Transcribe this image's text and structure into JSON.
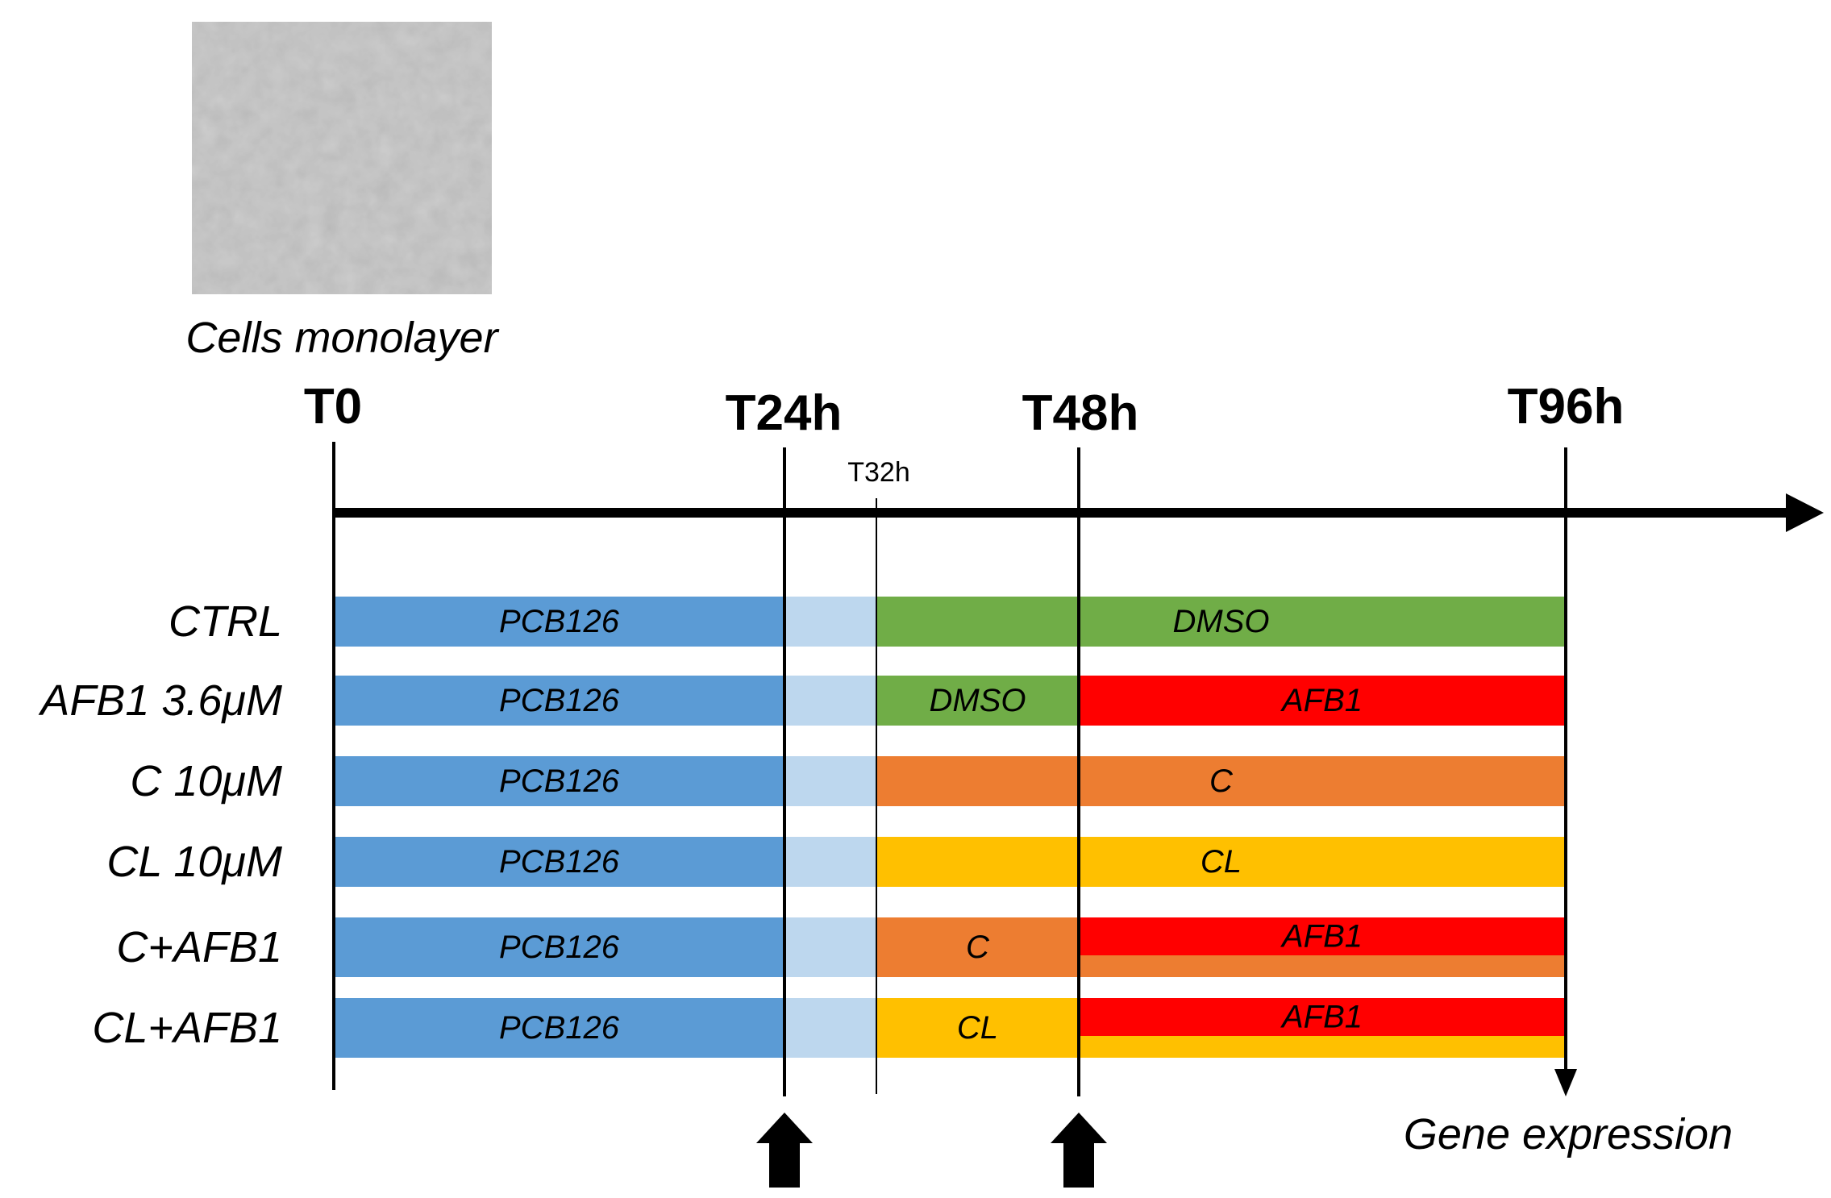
{
  "image_caption": "Cells monolayer",
  "timepoints": {
    "t0": "T0",
    "t24": "T24h",
    "t32": "T32h",
    "t48": "T48h",
    "t96": "T96h"
  },
  "rows": [
    {
      "label": "CTRL",
      "segments": [
        {
          "text": "PCB126",
          "color": "#5b9bd5"
        },
        {
          "text": "",
          "color": "#bdd7ee"
        },
        {
          "text": "",
          "color": "#70ad47"
        },
        {
          "text": "DMSO",
          "color": "#70ad47"
        }
      ]
    },
    {
      "label": "AFB1 3.6μM",
      "segments": [
        {
          "text": "PCB126",
          "color": "#5b9bd5"
        },
        {
          "text": "",
          "color": "#bdd7ee"
        },
        {
          "text": "DMSO",
          "color": "#70ad47"
        },
        {
          "text": "AFB1",
          "color": "#ff0000"
        }
      ]
    },
    {
      "label": "C 10μM",
      "segments": [
        {
          "text": "PCB126",
          "color": "#5b9bd5"
        },
        {
          "text": "",
          "color": "#bdd7ee"
        },
        {
          "text": "",
          "color": "#ed7d31"
        },
        {
          "text": "C",
          "color": "#ed7d31"
        }
      ]
    },
    {
      "label": "CL 10μM",
      "segments": [
        {
          "text": "PCB126",
          "color": "#5b9bd5"
        },
        {
          "text": "",
          "color": "#bdd7ee"
        },
        {
          "text": "",
          "color": "#ffc000"
        },
        {
          "text": "CL",
          "color": "#ffc000"
        }
      ]
    },
    {
      "label": "C+AFB1",
      "segments": [
        {
          "text": "PCB126",
          "color": "#5b9bd5"
        },
        {
          "text": "",
          "color": "#bdd7ee"
        },
        {
          "text": "C",
          "color": "#ed7d31"
        },
        {
          "text": "AFB1",
          "color": "#ff0000",
          "under_color": "#ed7d31"
        }
      ]
    },
    {
      "label": "CL+AFB1",
      "segments": [
        {
          "text": "PCB126",
          "color": "#5b9bd5"
        },
        {
          "text": "",
          "color": "#bdd7ee"
        },
        {
          "text": "CL",
          "color": "#ffc000"
        },
        {
          "text": "AFB1",
          "color": "#ff0000",
          "under_color": "#ffc000"
        }
      ]
    }
  ],
  "endpoint_label": "Gene expression",
  "arrow_color": "#000000",
  "text_color": "#000000"
}
